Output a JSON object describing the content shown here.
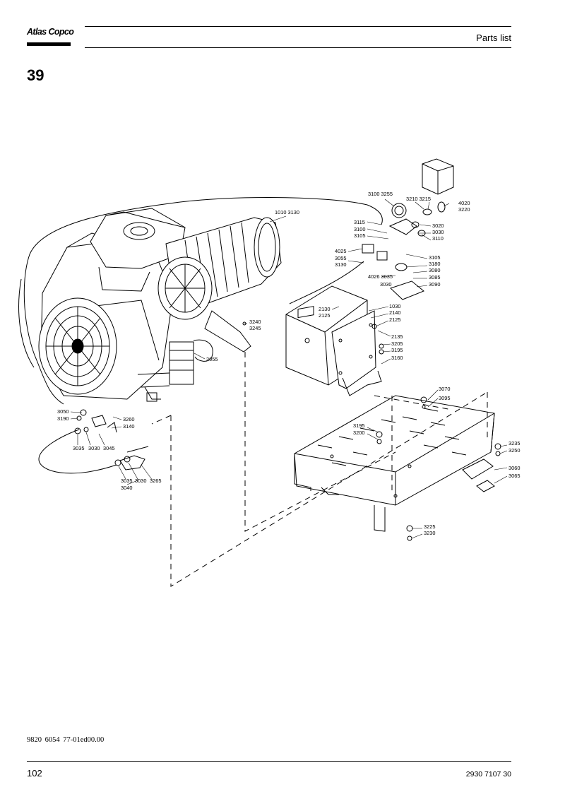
{
  "header": {
    "brand": "Atlas Copco",
    "title": "Parts list"
  },
  "page_section": "39",
  "labels": {
    "l1010_3130": "1010  3130",
    "l3100_3255": "3100  3255",
    "l3210_3215": "3210  3215",
    "l4020": "4020",
    "l3220": "3220",
    "l3115": "3115",
    "l3100b": "3100",
    "l3105a": "3105",
    "l3020": "3020",
    "l3030a": "3030",
    "l3110": "3110",
    "l4025": "4025",
    "l3055a": "3055",
    "l3130": "3130",
    "l3105b": "3105",
    "l3180": "3180",
    "l4026_3035": "4026 3035",
    "l3080": "3080",
    "l3085": "3085",
    "l3030b": "3030",
    "l3090": "3090",
    "l1030": "1030",
    "l2130": "2130",
    "l2140": "2140",
    "l2125a": "2125",
    "l2125b": "2125",
    "l3240": "3240",
    "l3245": "3245",
    "l2135": "2135",
    "l3205": "3205",
    "l3195a": "3195",
    "l3160": "3160",
    "l3055b": "3055",
    "l3070": "3070",
    "l3095": "3095",
    "l3050": "3050",
    "l3190": "3190",
    "l3260": "3260",
    "l3140": "3140",
    "l3195b": "3195",
    "l3200": "3200",
    "l3235": "3235",
    "l3250": "3250",
    "l3035a": "3035",
    "l3030c": "3030",
    "l3045": "3045",
    "l3060": "3060",
    "l3065": "3065",
    "l3035b": "3035",
    "l3030d": "3030",
    "l3265": "3265",
    "l3040": "3040",
    "l3225": "3225",
    "l3230": "3230"
  },
  "footer": {
    "doc_ref": "9820 6054 77-01ed00.00",
    "page": "102",
    "part_no": "2930 7107 30"
  }
}
